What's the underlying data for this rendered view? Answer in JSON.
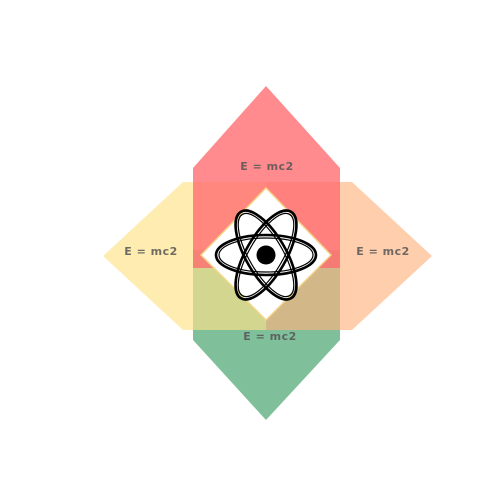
{
  "diagram": {
    "center_icon": "atom-icon",
    "petals": [
      {
        "id": "top",
        "label": "E = mc2",
        "color": "#ff6a6e"
      },
      {
        "id": "right",
        "label": "E = mc2",
        "color": "#ffb380"
      },
      {
        "id": "left",
        "label": "E = mc2",
        "color": "#ffe287"
      },
      {
        "id": "bottom",
        "label": "E = mc2",
        "color": "#4ea874"
      }
    ]
  }
}
